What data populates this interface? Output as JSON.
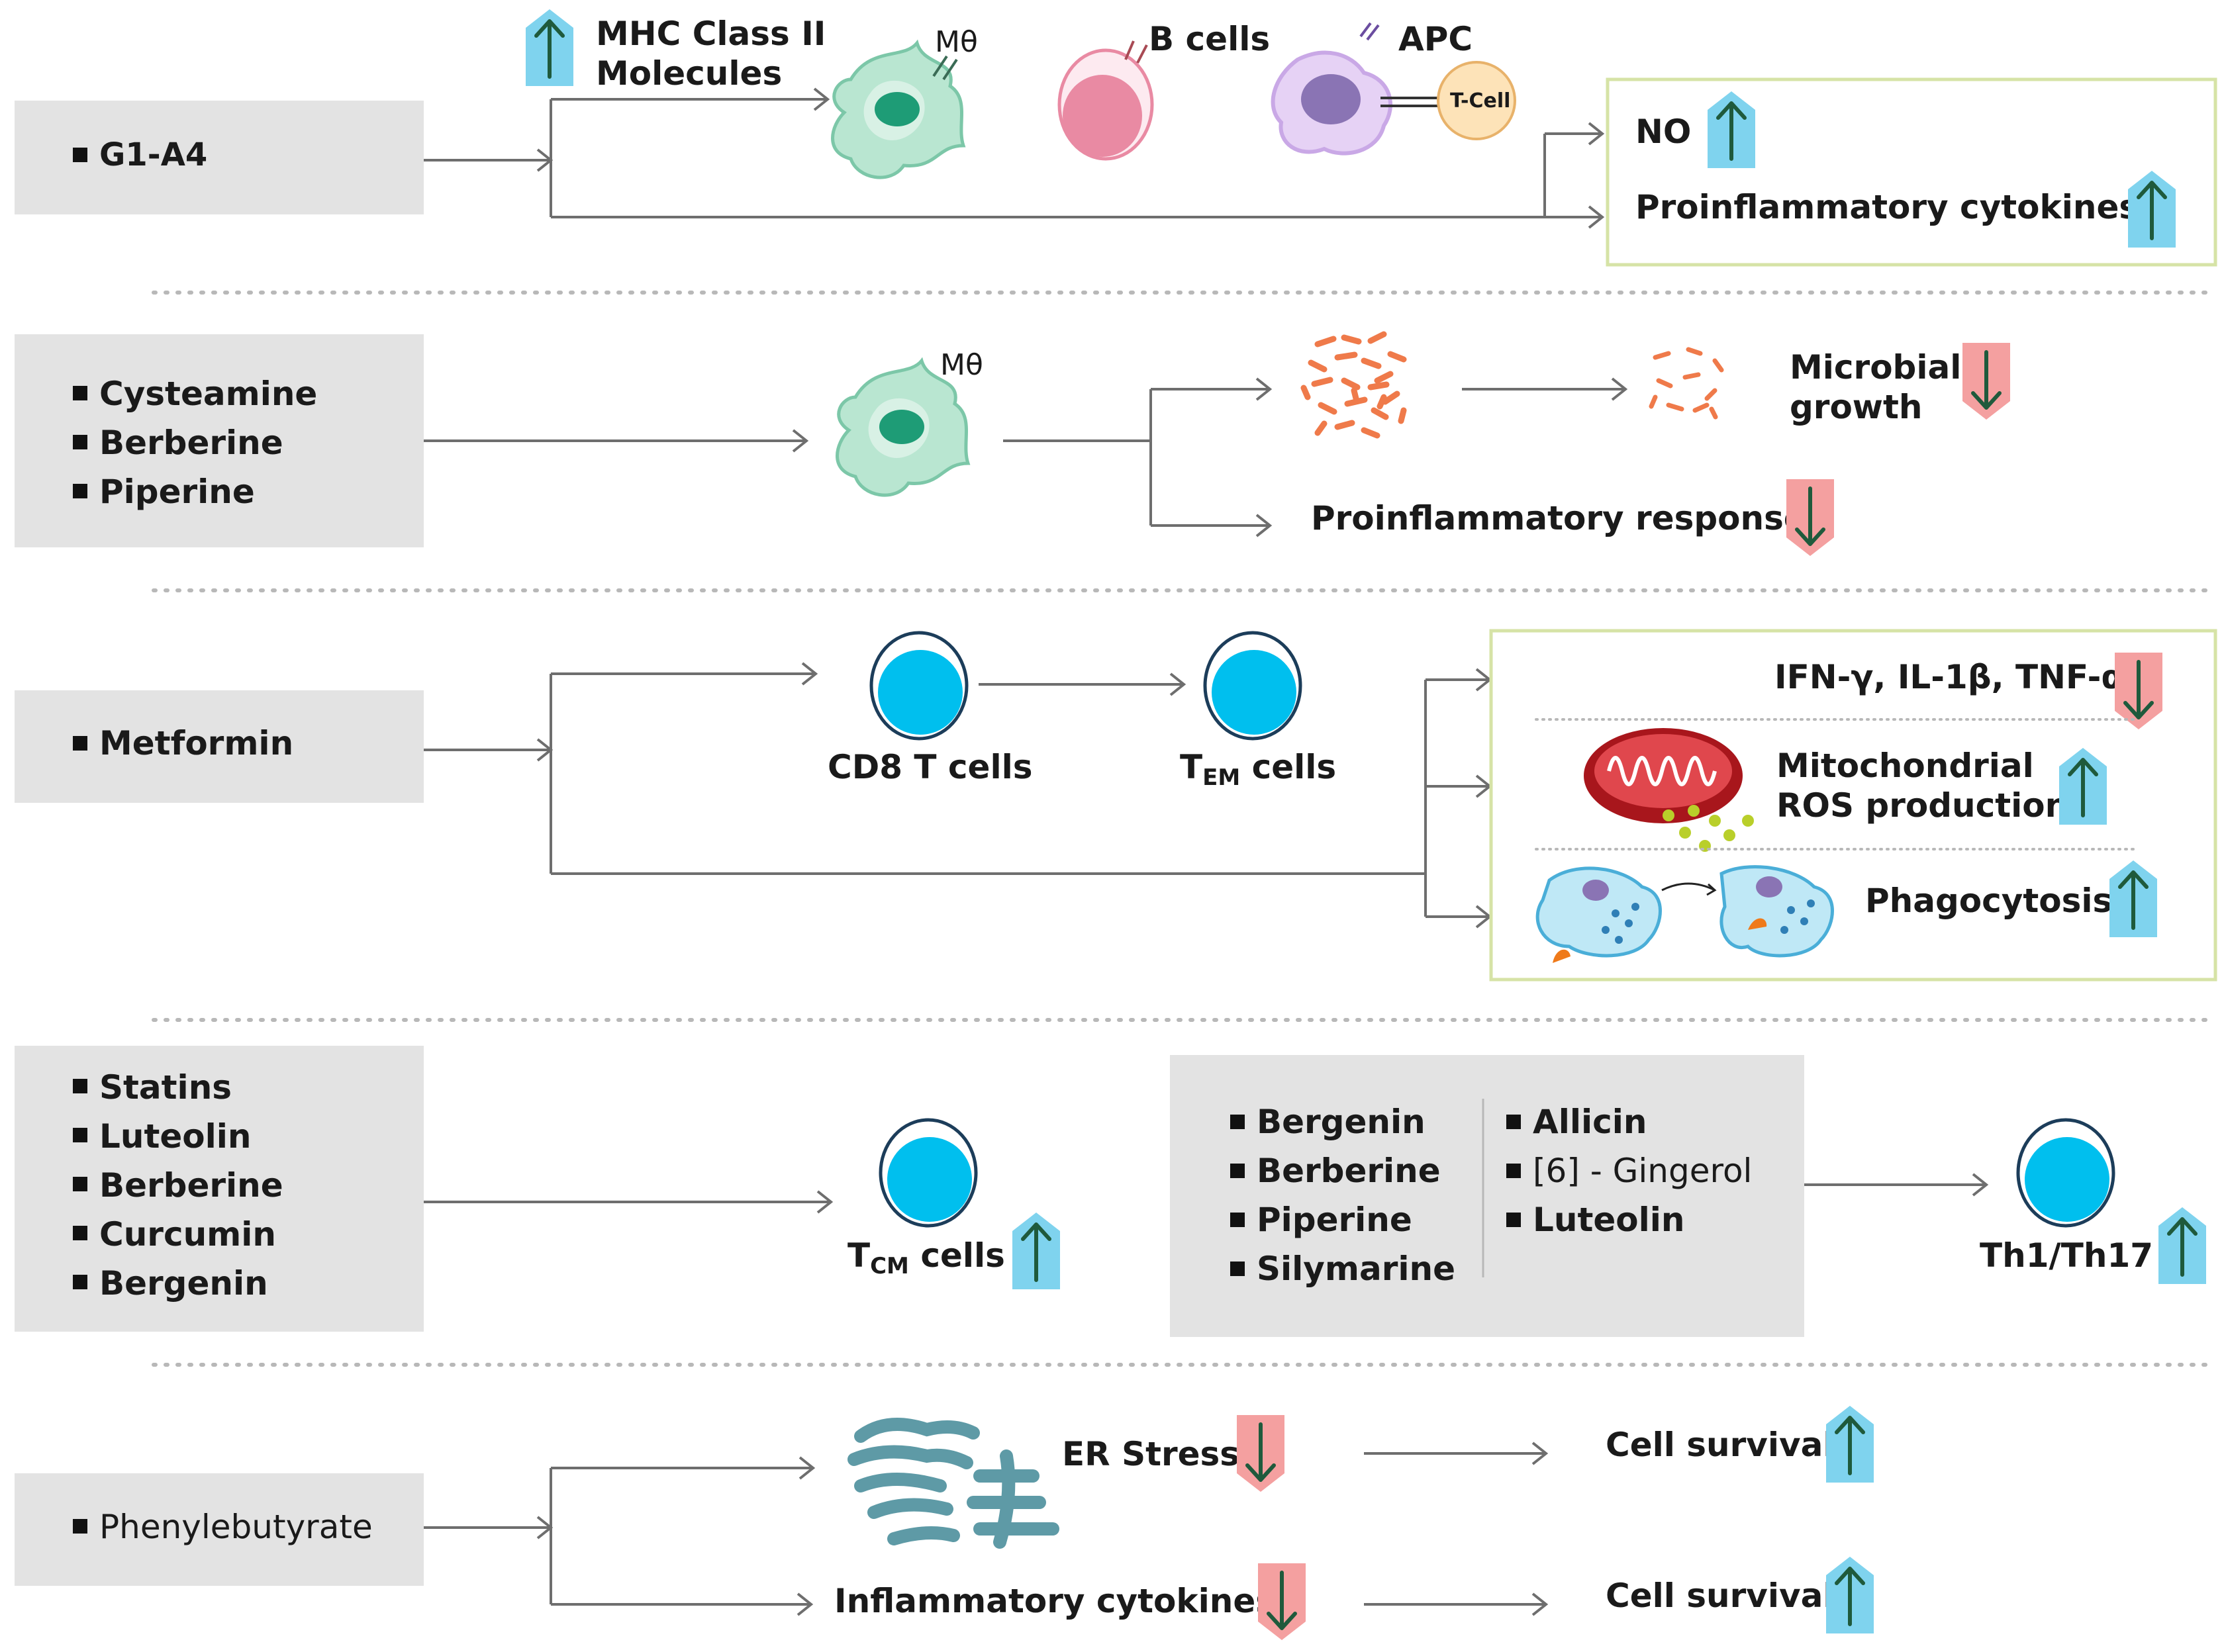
{
  "rows": {
    "g1a4": {
      "drugs": [
        "G1-A4"
      ],
      "mhc_label_line1": "MHC Class II",
      "mhc_label_line2": "Molecules",
      "cells": {
        "macrophage": "Mθ",
        "bcells": "B cells",
        "apc": "APC",
        "tcell": "T-Cell"
      },
      "outcomes": {
        "no": "NO",
        "cytokines": "Proinflammatory cytokines"
      }
    },
    "cysteamine": {
      "drugs": [
        "Cysteamine",
        "Berberine",
        "Piperine"
      ],
      "macrophage": "Mθ",
      "microbial_line1": "Microbial",
      "microbial_line2": "growth",
      "response": "Proinflammatory response"
    },
    "metformin": {
      "drugs": [
        "Metformin"
      ],
      "cd8": "CD8 T cells",
      "tem_main": "T",
      "tem_sub": "EM",
      "tem_rest": " cells",
      "outcomes": {
        "cytokines": "IFN-γ, IL-1β, TNF-α",
        "mito_line1": "Mitochondrial",
        "mito_line2": "ROS production",
        "phago": "Phagocytosis"
      }
    },
    "statins": {
      "drugs": [
        "Statins",
        "Luteolin",
        "Berberine",
        "Curcumin",
        "Bergenin"
      ],
      "tcm_main": "T",
      "tcm_sub": "CM",
      "tcm_rest": " cells",
      "box_left": [
        "Bergenin",
        "Berberine",
        "Piperine",
        "Silymarine"
      ],
      "box_right": [
        "Allicin",
        "[6] - Gingerol",
        "Luteolin"
      ],
      "th": "Th1/Th17"
    },
    "phenyl": {
      "drugs": [
        "Phenylebutyrate"
      ],
      "er": "ER Stress",
      "inflam": "Inflammatory cytokines",
      "survival1": "Cell survival",
      "survival2": "Cell survival"
    }
  },
  "colors": {
    "up_badge": "#7fd3ee",
    "down_badge": "#f4a0a0",
    "arrow_green": "#1f5a3c",
    "gray_box": "#e3e3e3",
    "green_frame": "#d6e3a6",
    "t_cell_blue": "#00bfee",
    "macrophage_green": "#9fd9bf",
    "bcell_pink": "#e98aa3",
    "apc_purple": "#c9a8e6",
    "mito_red": "#c8282d",
    "bacteria_orange": "#ef7a4a"
  }
}
